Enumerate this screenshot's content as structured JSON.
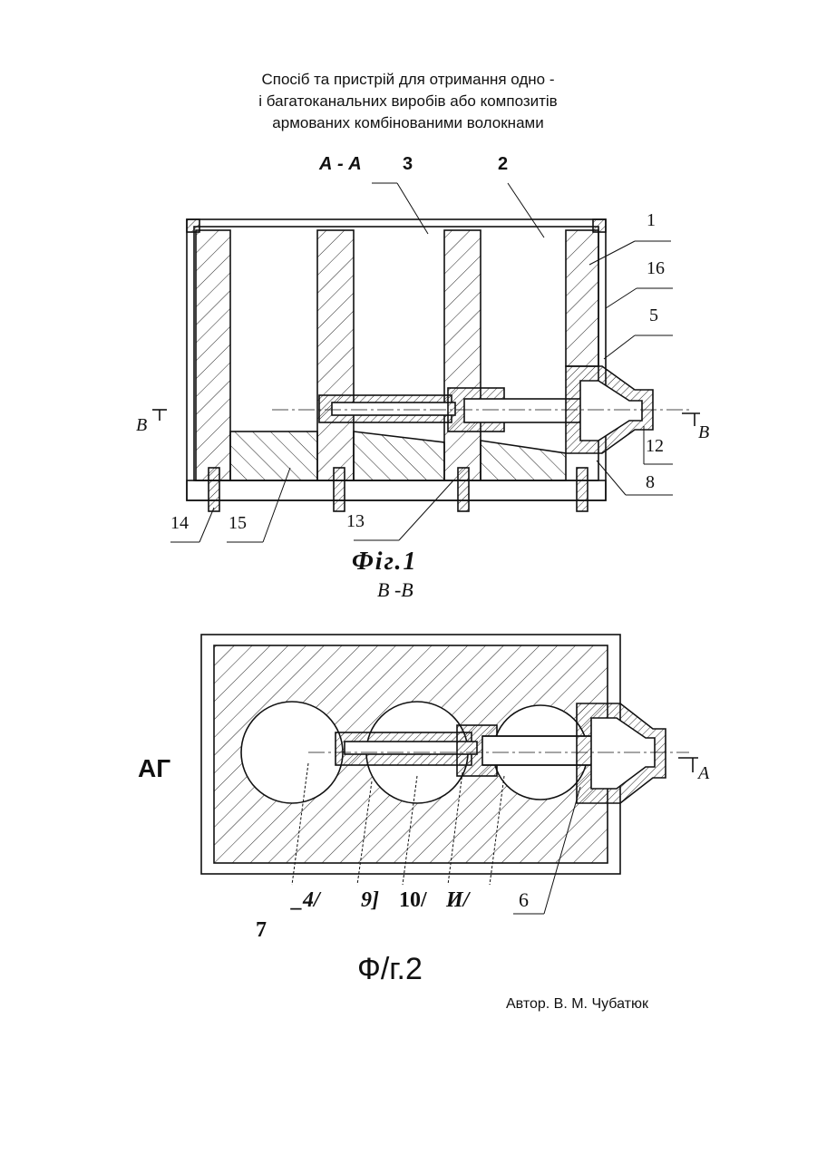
{
  "title": {
    "line1": "Спосіб та пристрій для отримання одно -",
    "line2": "і багатоканальних виробів або композитів",
    "line3": "армованих комбінованими волокнами"
  },
  "fig1": {
    "section_label": "А - А",
    "caption": "Фіг.1",
    "section_mark_left": "В",
    "section_mark_right": "В",
    "callouts": {
      "c3": "3",
      "c2": "2",
      "c1": "1",
      "c16": "16",
      "c5": "5",
      "c12": "12",
      "c8": "8",
      "c14": "14",
      "c15": "15",
      "c13": "13"
    }
  },
  "fig2": {
    "section_label": "В -В",
    "caption": "Ф/г.2",
    "section_mark_left": "АГ",
    "section_mark_right": "А",
    "callouts": {
      "c4": "_4/",
      "c9": "9]",
      "c10": "10/",
      "c11": "И/",
      "c6": "6",
      "c7": "7"
    }
  },
  "author": "Автор. В. М. Чубатюк"
}
